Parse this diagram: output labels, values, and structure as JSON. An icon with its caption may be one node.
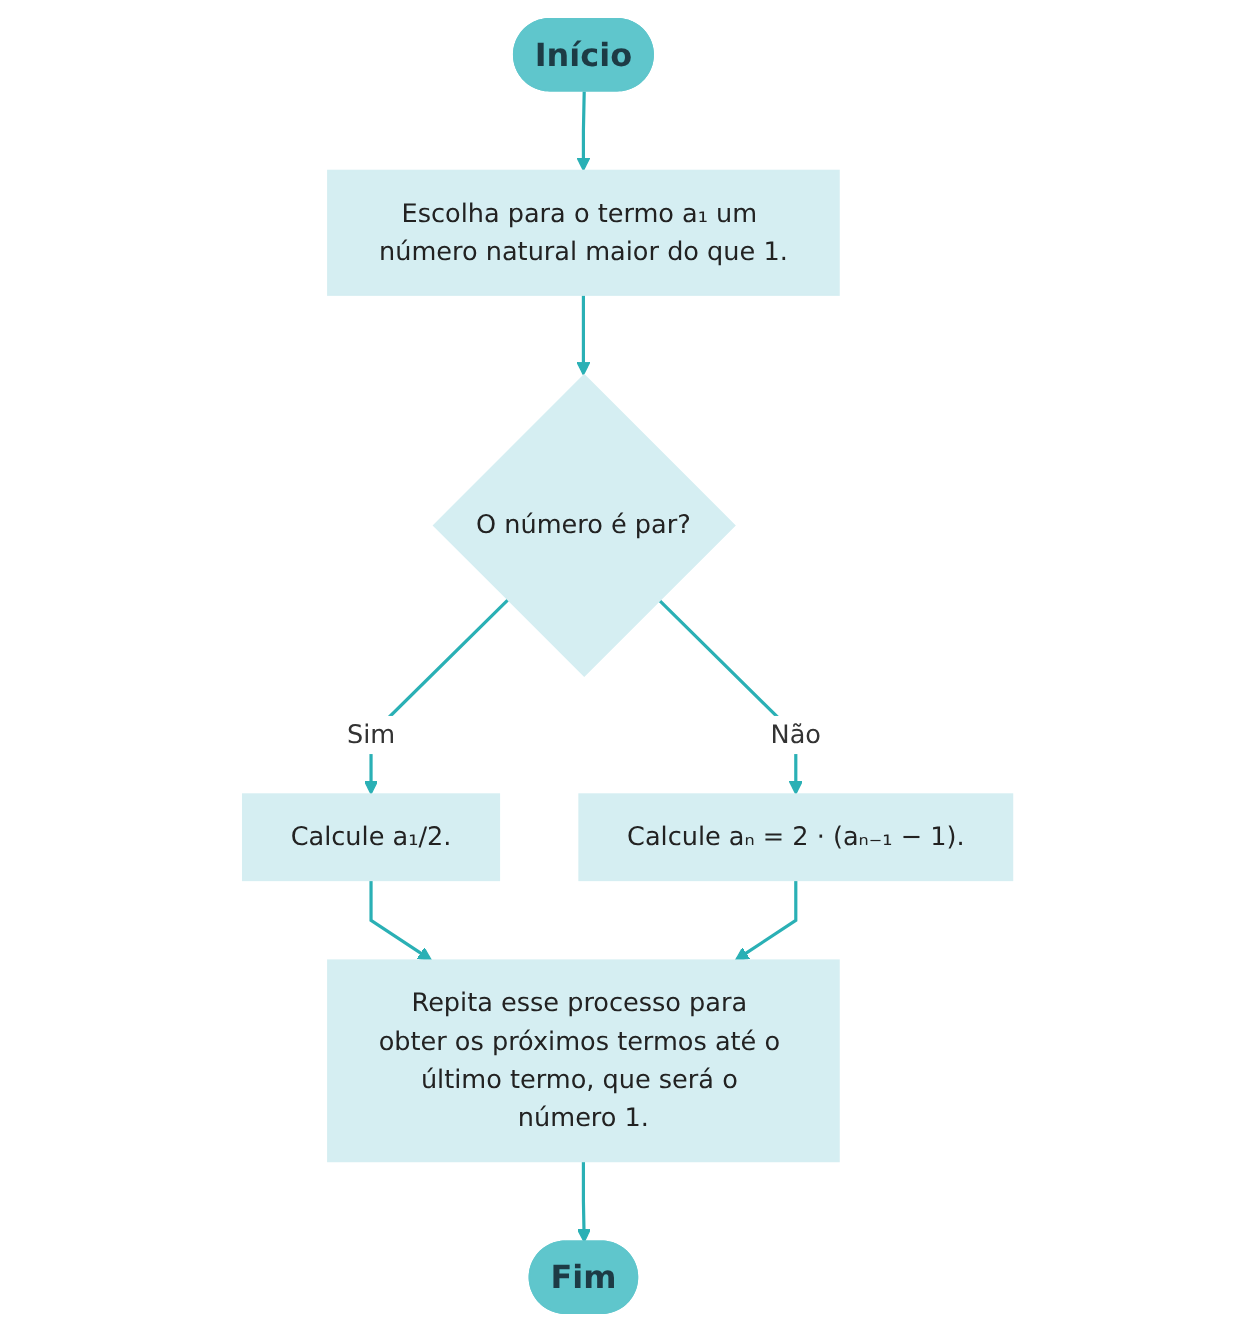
{
  "diagram": {
    "nodes": [
      {
        "text": [
          "Início"
        ]
      },
      {
        "text": [
          "Escolha para o termo a₁ um número natural maior do que 1."
        ]
      },
      {
        "text": [
          "O número é par?"
        ]
      },
      {
        "text": [
          "Calcule a₁/2."
        ]
      },
      {
        "text": [
          "Calcule aₙ = 2 · (aₙ₋₁ − 1)."
        ]
      },
      {
        "text": [
          "Repita esse processo para obter os próximos termos até o último termo, que será o número 1."
        ]
      },
      {
        "text": [
          "Fim"
        ]
      }
    ],
    "edges": [
      {
        "from": 0,
        "to": 1,
        "arrow": "to"
      },
      {
        "from": 1,
        "to": 2,
        "arrow": "to"
      },
      {
        "from": 2,
        "to": 3,
        "label": "Sim",
        "arrow": "to"
      },
      {
        "from": 2,
        "to": 4,
        "label": "Não",
        "arrow": "to"
      },
      {
        "from": 3,
        "to": 5,
        "arrow": "to"
      },
      {
        "from": 4,
        "to": 5,
        "arrow": "to"
      },
      {
        "from": 5,
        "to": 6,
        "arrow": "to"
      }
    ]
  }
}
